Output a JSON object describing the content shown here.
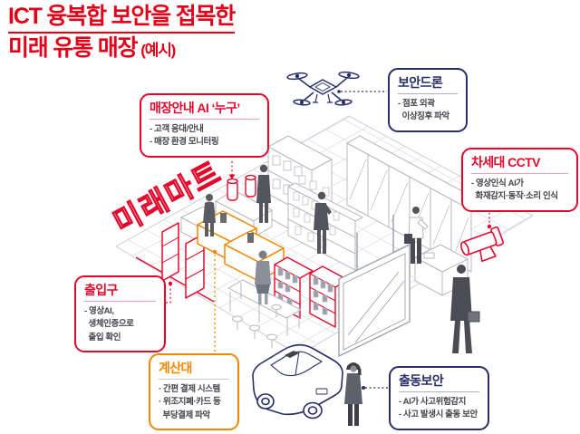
{
  "title": {
    "line1": "ICT 융복합 보안을 접목한",
    "line2": "미래 유통 매장",
    "suffix": "(예시)"
  },
  "illustration": {
    "store_sign": "미래마트",
    "elements": [
      "security-drone",
      "ai-speaker",
      "entrance-gate",
      "checkout-counter",
      "next-gen-cctv",
      "patrol-car",
      "security-guard"
    ]
  },
  "callouts": [
    {
      "title": "매장안내 AI ‘누구’",
      "accent": "red",
      "lines": [
        "- 고객 응대/안내",
        "- 매장 환경 모니터링"
      ]
    },
    {
      "title": "보안드론",
      "accent": "navy",
      "lines": [
        "- 점포 외곽",
        "  이상징후 파악"
      ]
    },
    {
      "title": "차세대 CCTV",
      "accent": "red",
      "lines": [
        "- 영상인식 AI가",
        "  화재감지·동작·소리 인식"
      ]
    },
    {
      "title": "출입구",
      "accent": "red",
      "lines": [
        "- 영상AI,",
        "  생체인증으로",
        "  출입 확인"
      ]
    },
    {
      "title": "계산대",
      "accent": "orange",
      "lines": [
        "· 간편 결제 시스템",
        "· 위조지폐·카드 등",
        "  부당결제 파악"
      ]
    },
    {
      "title": "출동보안",
      "accent": "navy",
      "lines": [
        "- AI가 사고위험감지",
        "- 사고 발생시 출동 보안"
      ]
    }
  ],
  "colors": {
    "title_red": "#e30019",
    "red": "#e3082b",
    "navy": "#272f66",
    "orange": "#f08700",
    "body_text": "#45454c",
    "line_gray": "#b5b8c1"
  }
}
